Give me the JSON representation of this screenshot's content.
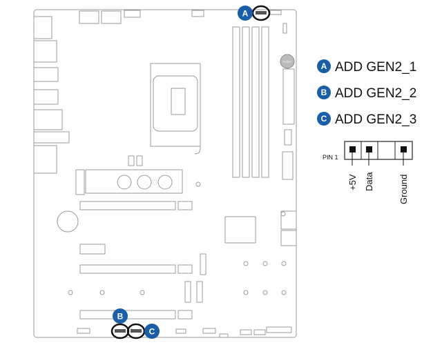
{
  "board": {
    "start_button": "START"
  },
  "callouts": {
    "a": "A",
    "b": "B",
    "c": "C"
  },
  "legend": [
    {
      "badge": "A",
      "label": "ADD GEN2_1"
    },
    {
      "badge": "B",
      "label": "ADD GEN2_2"
    },
    {
      "badge": "C",
      "label": "ADD GEN2_3"
    }
  ],
  "pinout": {
    "pin1_label": "PIN 1",
    "pins": [
      "+5V",
      "Data",
      "",
      "Ground"
    ]
  },
  "colors": {
    "badge": "#1a5ea8",
    "outline": "#9a9a9a"
  }
}
